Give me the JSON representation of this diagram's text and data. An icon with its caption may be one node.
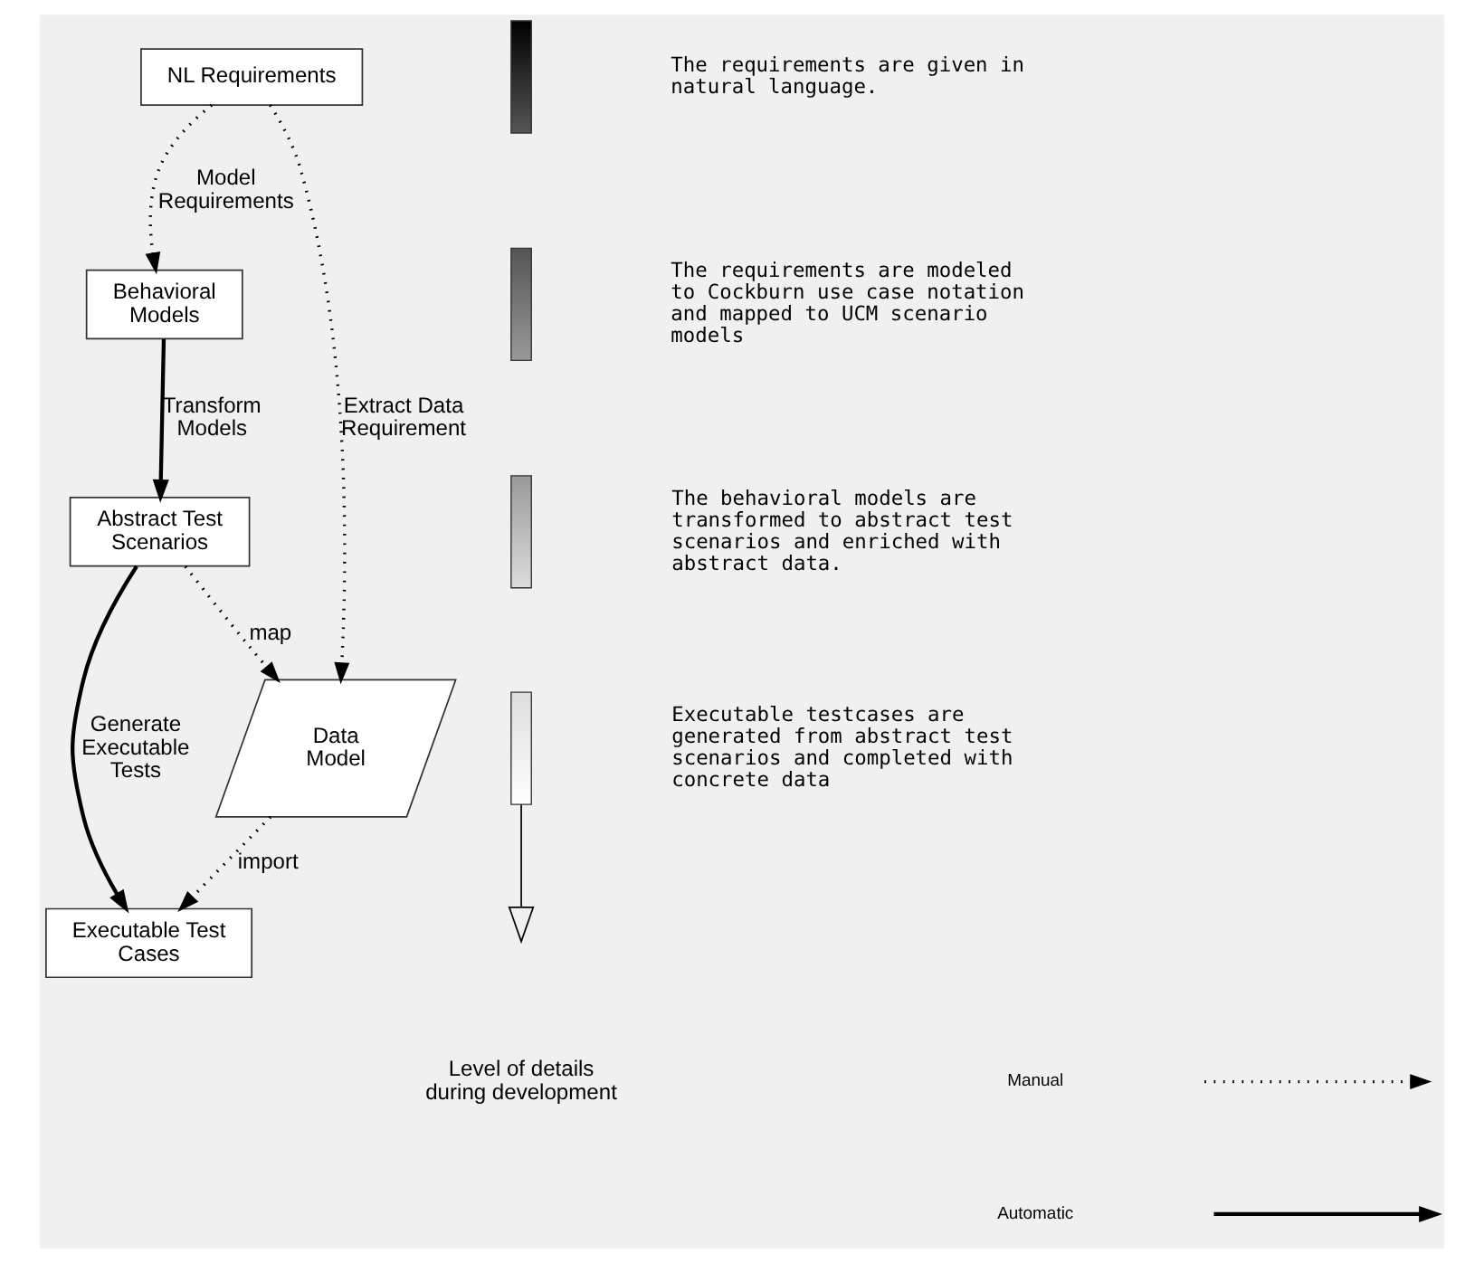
{
  "diagram": {
    "nodes": [
      {
        "text": [
          "NL Requirements"
        ]
      },
      {
        "text": [
          "Behavioral Models"
        ]
      },
      {
        "text": [
          "Abstract Test Scenarios"
        ]
      },
      {
        "text": [
          "Data Model"
        ]
      },
      {
        "text": [
          "Executable Test Cases"
        ]
      }
    ],
    "edges": [
      {
        "from": 0,
        "to": 1,
        "arrow": "to",
        "label": "Model Requirements",
        "style": "dashed"
      },
      {
        "from": 0,
        "to": 3,
        "arrow": "to",
        "label": "Extract Data Requirement",
        "style": "dashed"
      },
      {
        "from": 1,
        "to": 2,
        "arrow": "to",
        "label": "Transform Models"
      },
      {
        "from": 2,
        "to": 3,
        "arrow": "to",
        "label": "map",
        "style": "dashed"
      },
      {
        "from": 2,
        "to": 4,
        "arrow": "to",
        "label": "Generate Executable Tests"
      },
      {
        "from": 3,
        "to": 4,
        "arrow": "to",
        "label": "import",
        "style": "dashed"
      }
    ],
    "labels": [
      "The requirements are given in natural language.",
      "The requirements are modeled to Cockburn use case notation and mapped to UCM scenario models",
      "The behavioral models are transformed to abstract test scenarios and enriched with abstract data.",
      "Executable testcases are generated from abstract test scenarios and completed with concrete data",
      "Level of details during development"
    ],
    "legend": [
      {
        "text": "Manual"
      },
      {
        "text": "Automatic"
      }
    ]
  }
}
